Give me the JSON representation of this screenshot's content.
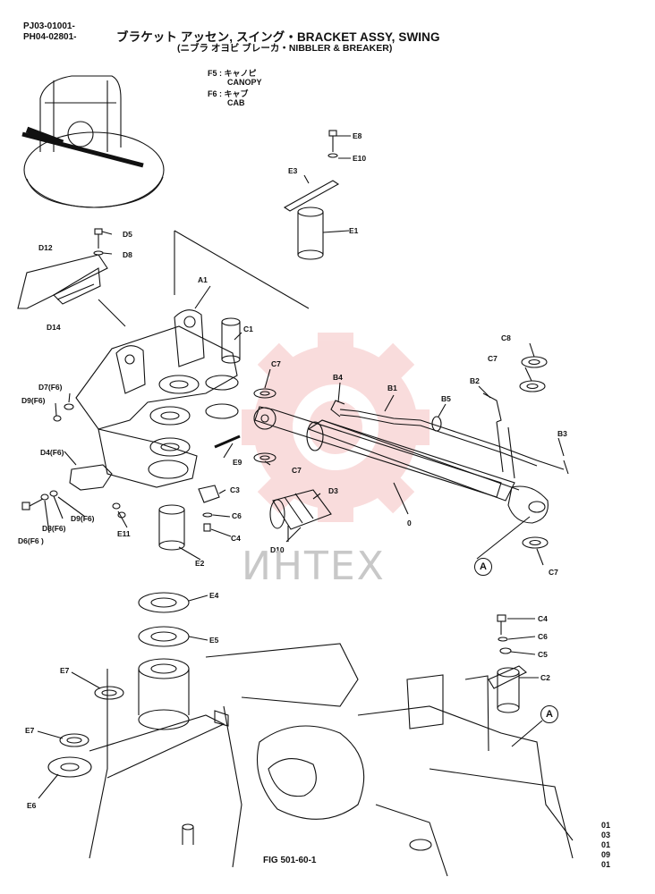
{
  "header": {
    "code_1": "PJ03-01001-",
    "code_2": "PH04-02801-",
    "title": "ブラケット アッセン, スイング・BRACKET ASSY, SWING",
    "subtitle": "(ニブラ オヨビ ブレーカ・NIBBLER & BREAKER)"
  },
  "legend": [
    {
      "key": "F5 :",
      "jp": "キャノピ",
      "en": "CANOPY"
    },
    {
      "key": "F6 :",
      "jp": "キャブ",
      "en": "CAB"
    }
  ],
  "labels": {
    "E8": "E8",
    "E10": "E10",
    "E3": "E3",
    "E1": "E1",
    "D5": "D5",
    "D8": "D8",
    "D12": "D12",
    "D14": "D14",
    "A1": "A1",
    "C1": "C1",
    "C8": "C8",
    "C7_a": "C7",
    "C7_b": "C7",
    "C7_c": "C7",
    "C7_d": "C7",
    "B4": "B4",
    "B1": "B1",
    "B2": "B2",
    "B5": "B5",
    "B3": "B3",
    "D7": "D7(F6)",
    "D9_a": "D9(F6)",
    "D4": "D4(F6)",
    "E9": "E9",
    "C3": "C3",
    "D3": "D3",
    "C6_a": "C6",
    "C4_a": "C4",
    "E2": "E2",
    "D10": "D10",
    "zero": "0",
    "D6": "D6(F6 )",
    "D8_b": "D8(F6)",
    "D9_b": "D9(F6)",
    "E11": "E11",
    "E4": "E4",
    "E5": "E5",
    "E7_a": "E7",
    "E7_b": "E7",
    "E6": "E6",
    "C4_b": "C4",
    "C6_b": "C6",
    "C5": "C5",
    "C2": "C2"
  },
  "callouts": {
    "a1": "A",
    "a2": "A"
  },
  "figure_label": "FIG 501-60-1",
  "corner_codes": [
    "01",
    "03",
    "01",
    "09",
    "01"
  ],
  "watermark": "ИНТЕХ",
  "colors": {
    "ink": "#111111",
    "watermark_red": "#f2b3b3",
    "watermark_gray": "#c8c8c8"
  }
}
